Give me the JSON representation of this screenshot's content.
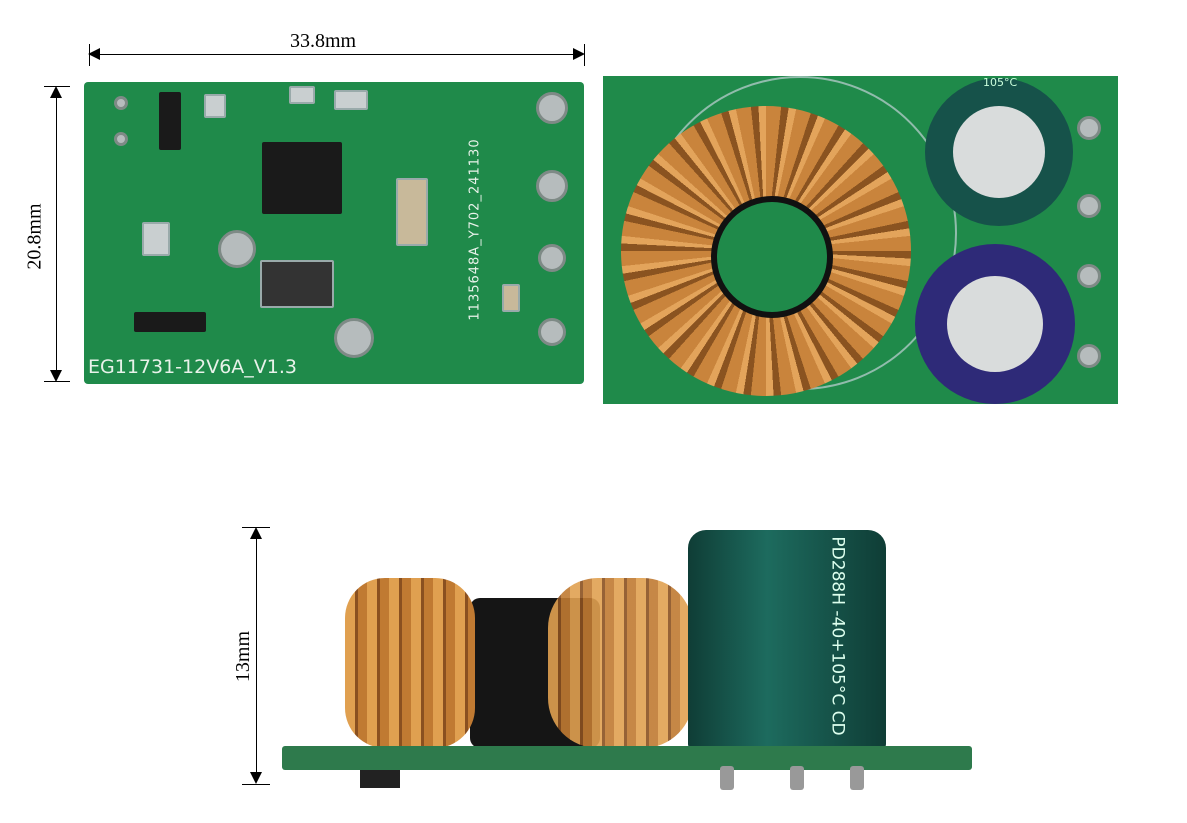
{
  "dimensions": {
    "width": "33.8mm",
    "height": "20.8mm",
    "depth": "13mm"
  },
  "top_view": {
    "board_label": "EG11731-12V6A_V1.3",
    "batch_label": "1135648A_Y702_241130"
  },
  "bottom_view": {
    "capacitor_marking": "105°C"
  },
  "side_view": {
    "capacitor_marking": "PD288H -40+105°C CD"
  }
}
